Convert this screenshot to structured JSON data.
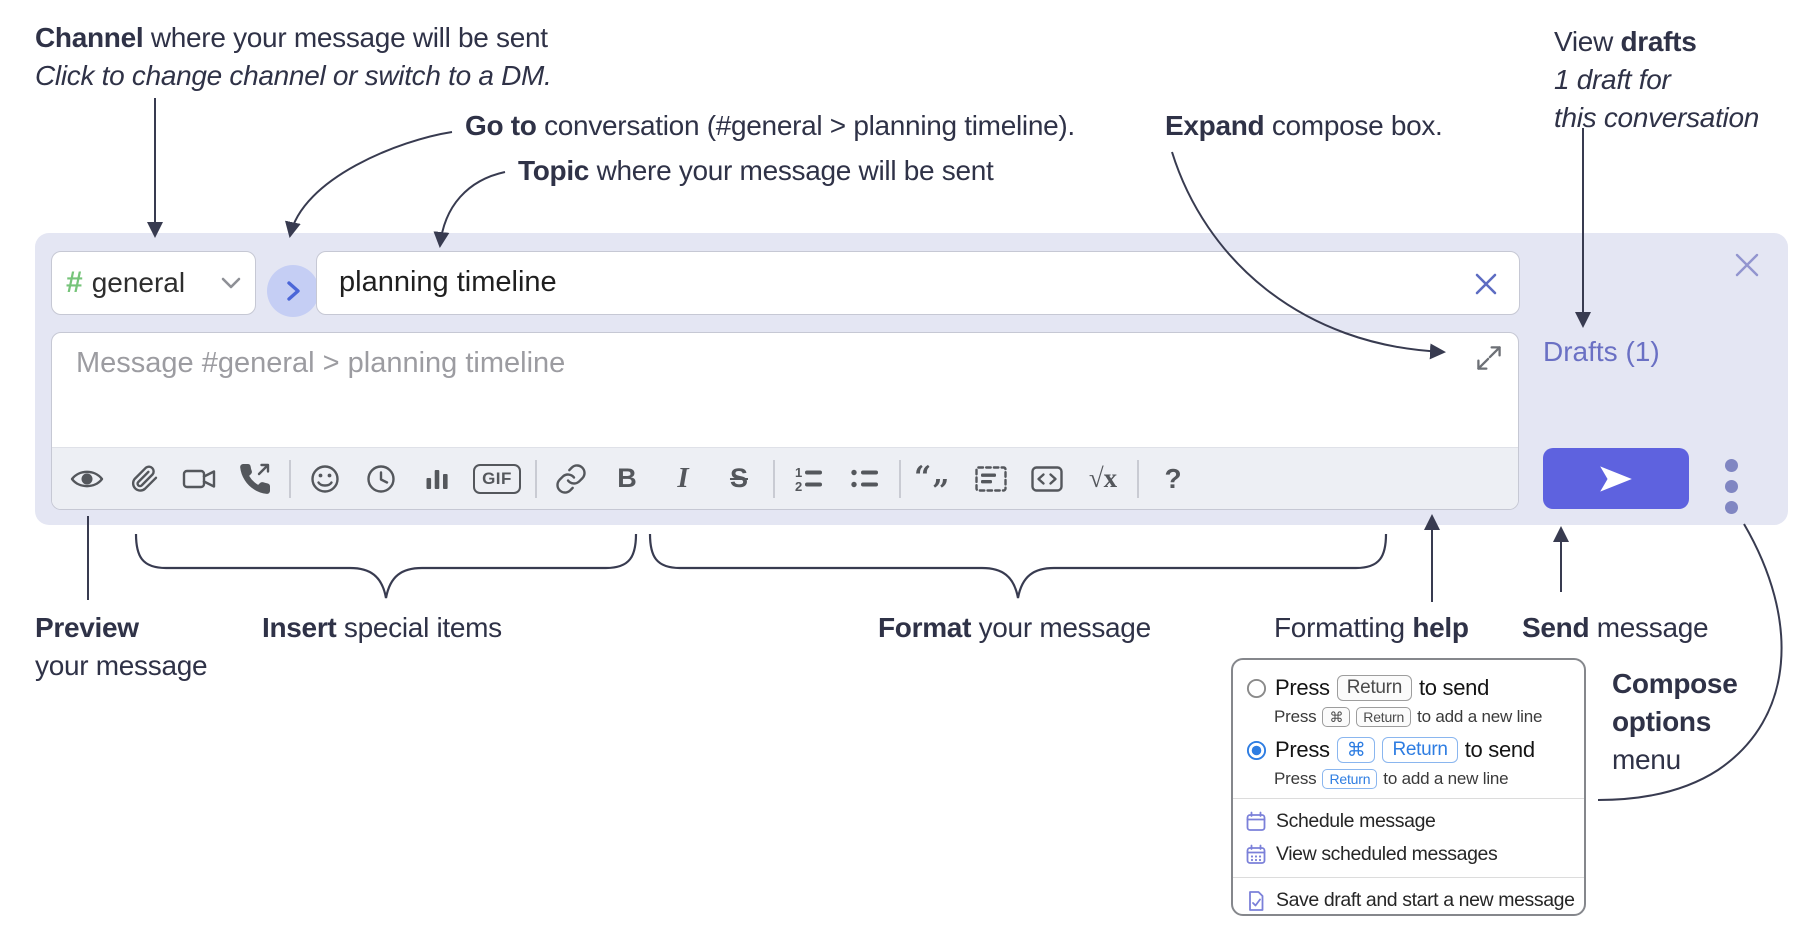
{
  "annotations": {
    "channel": {
      "bold": "Channel",
      "rest": " where your message will be sent",
      "line2": "Click to change channel or switch to a DM."
    },
    "goto": {
      "bold": "Go to",
      "rest": " conversation (#general > planning timeline)."
    },
    "topic": {
      "bold": "Topic",
      "rest": " where your message will be sent"
    },
    "expand": {
      "bold": "Expand",
      "rest": " compose box."
    },
    "drafts": {
      "pre": "View ",
      "bold": "drafts",
      "line2": "1 draft for",
      "line3": "this conversation"
    },
    "preview": {
      "bold": "Preview",
      "line2": "your message"
    },
    "insert": {
      "bold": "Insert",
      "rest": " special items"
    },
    "format": {
      "bold": "Format",
      "rest": " your message"
    },
    "help": {
      "pre": "Formatting ",
      "bold": "help"
    },
    "send": {
      "bold": "Send",
      "rest": " message"
    },
    "options": {
      "bold1": "Compose",
      "bold2": "options",
      "line3": "menu"
    }
  },
  "compose": {
    "channel_hash": "#",
    "channel_name": "general",
    "topic_value": "planning timeline",
    "message_placeholder": "Message #general > planning timeline",
    "drafts_label": "Drafts (1)",
    "toolbar": {
      "gif": "GIF",
      "bold": "B",
      "italic": "I",
      "strike": "S",
      "quote_open": "“",
      "quote_close": "”",
      "sqrt": "√x",
      "help": "?"
    },
    "icon_names": [
      "preview-eye",
      "attach-paperclip",
      "video-call",
      "voice-call",
      "emoji-smiley",
      "global-time-clock",
      "poll-bar-chart",
      "gif",
      "link",
      "bold",
      "italic",
      "strikethrough",
      "numbered-list",
      "bulleted-list",
      "quote",
      "spoiler",
      "code",
      "math",
      "help"
    ]
  },
  "menu": {
    "option1": {
      "press": "Press",
      "key": "Return",
      "rest": "to send",
      "sub_press": "Press",
      "sub_key1": "⌘",
      "sub_key2": "Return",
      "sub_rest": "to add a new line"
    },
    "option2": {
      "press": "Press",
      "key1": "⌘",
      "key2": "Return",
      "rest": "to send",
      "sub_press": "Press",
      "sub_key": "Return",
      "sub_rest": "to add a new line"
    },
    "items": [
      {
        "label": "Schedule message"
      },
      {
        "label": "View scheduled messages"
      },
      {
        "label": "Save draft and start a new message"
      }
    ]
  },
  "colors": {
    "compose_bg": "#e4e6f3",
    "accent_send": "#5e62df",
    "hash_green": "#76c47a",
    "link_purple": "#6a70c4",
    "kbd_blue": "#2e7de2",
    "menu_icon_purple": "#7b80d9",
    "annotation_ink": "#2f3247"
  }
}
